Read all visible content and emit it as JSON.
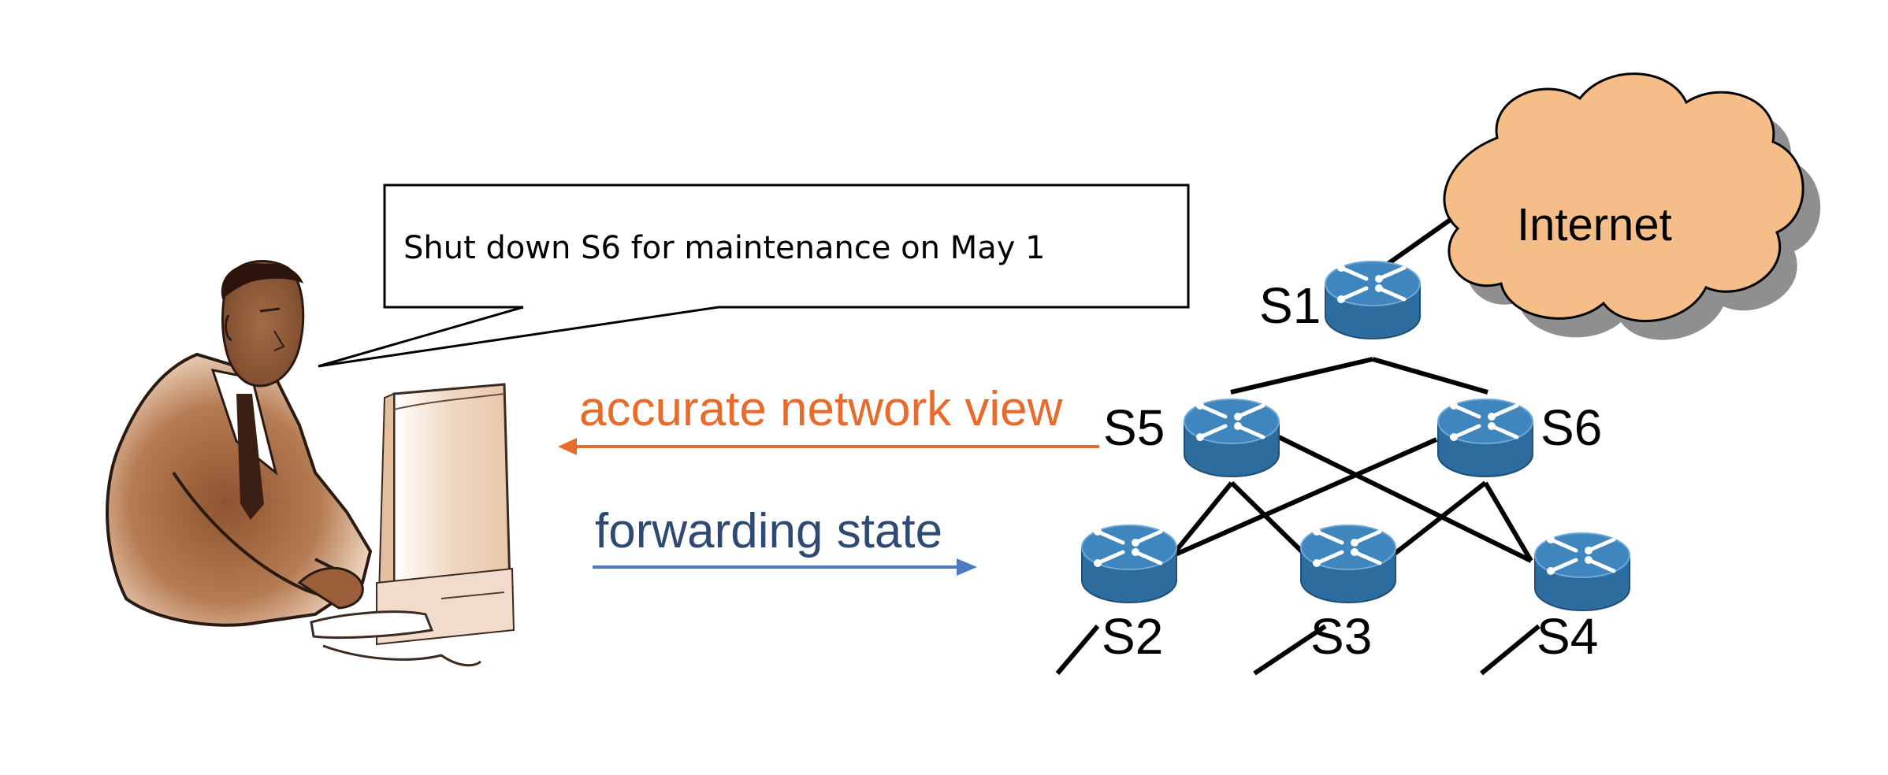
{
  "callout": {
    "text": "Shut down S6 for maintenance on May 1"
  },
  "flows": [
    {
      "label": "accurate network view",
      "direction": "toward-operator",
      "color": "#E96B2C"
    },
    {
      "label": "forwarding state",
      "direction": "toward-network",
      "color": "#2E4A74",
      "arrow_color": "#4E7CC0"
    }
  ],
  "cloud": {
    "label": "Internet",
    "color": "#F5BE88"
  },
  "switches": [
    {
      "id": "S1",
      "label": "S1"
    },
    {
      "id": "S2",
      "label": "S2"
    },
    {
      "id": "S3",
      "label": "S3"
    },
    {
      "id": "S4",
      "label": "S4"
    },
    {
      "id": "S5",
      "label": "S5"
    },
    {
      "id": "S6",
      "label": "S6"
    }
  ],
  "links": [
    [
      "Internet",
      "S1"
    ],
    [
      "S1",
      "S5"
    ],
    [
      "S1",
      "S6"
    ],
    [
      "S5",
      "S2"
    ],
    [
      "S5",
      "S3"
    ],
    [
      "S5",
      "S4"
    ],
    [
      "S6",
      "S2"
    ],
    [
      "S6",
      "S3"
    ],
    [
      "S6",
      "S4"
    ]
  ],
  "colors": {
    "switch_top": "#3E86BD",
    "switch_side": "#2C6C9E",
    "operator_suit": "#A0643E"
  }
}
